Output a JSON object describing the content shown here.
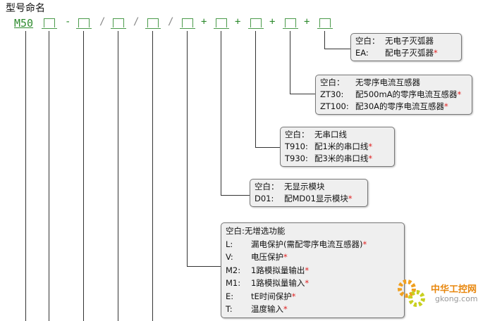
{
  "title": "型号命名",
  "model": {
    "prefix": "M50",
    "separators": [
      "-",
      "/",
      "/",
      "/",
      "+",
      "+",
      "+",
      "+"
    ]
  },
  "boxes": [
    {
      "rows": [
        {
          "key": "空白：",
          "text": "无电子灭弧器",
          "star": ""
        },
        {
          "key": "EA:",
          "text": "配电子灭弧器",
          "star": "*"
        }
      ]
    },
    {
      "rows": [
        {
          "key": "空白：",
          "text": "无零序电流互感器",
          "star": ""
        },
        {
          "key": "ZT30:",
          "text": "配500mA的零序电流互感器",
          "star": "*"
        },
        {
          "key": "ZT100:",
          "text": "配30A的零序电流互感器",
          "star": "*"
        }
      ]
    },
    {
      "rows": [
        {
          "key": "空白：",
          "text": "无串口线",
          "star": ""
        },
        {
          "key": "T910:",
          "text": "配1米的串口线",
          "star": "*"
        },
        {
          "key": "T930:",
          "text": "配3米的串口线",
          "star": "*"
        }
      ]
    },
    {
      "rows": [
        {
          "key": "空白：",
          "text": "无显示模块",
          "star": ""
        },
        {
          "key": "D01:",
          "text": "配MD01显示模块",
          "star": "*"
        }
      ]
    },
    {
      "rows": [
        {
          "key": "空白:",
          "text": "无增选功能",
          "star": ""
        },
        {
          "key": "L:",
          "text": "漏电保护(需配零序电流互感器)",
          "star": "*"
        },
        {
          "key": "V:",
          "text": "电压保护",
          "star": "*"
        },
        {
          "key": "M2:",
          "text": "1路模拟量输出",
          "star": "*"
        },
        {
          "key": "M1:",
          "text": "1路模拟量输入",
          "star": "*"
        },
        {
          "key": "E:",
          "text": "tE时间保护",
          "star": "*"
        },
        {
          "key": "T:",
          "text": "温度输入",
          "star": "*"
        }
      ]
    }
  ],
  "watermark": {
    "line1": "中华工控网",
    "line2": "gkong.com"
  }
}
